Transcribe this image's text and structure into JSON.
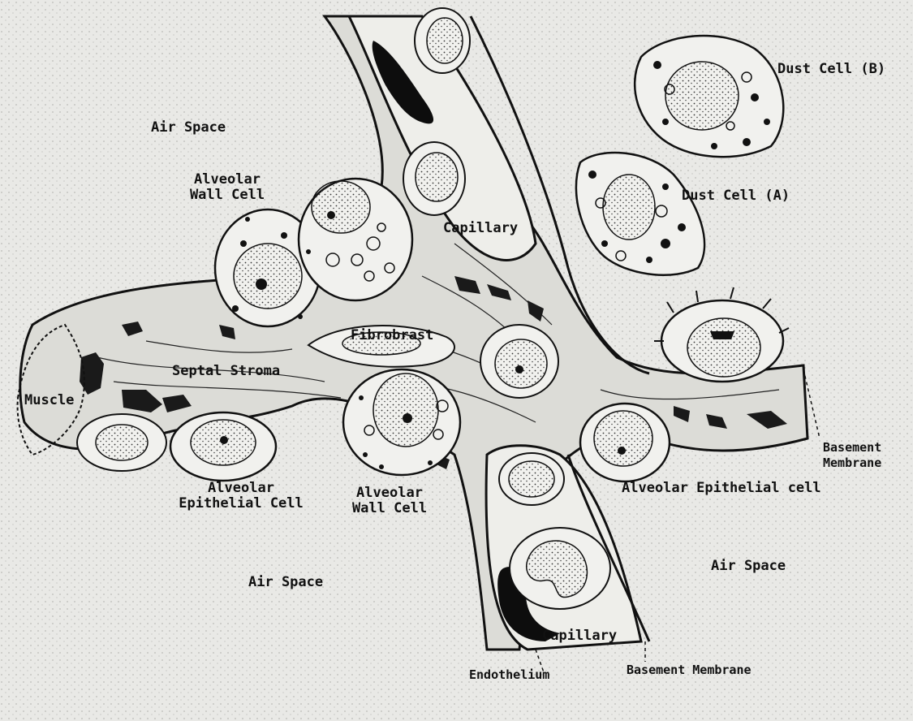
{
  "labels": {
    "air_space_top_left": "Air Space",
    "air_space_bottom_left": "Air Space",
    "air_space_bottom_right": "Air Space",
    "alveolar_wall_cell_upper_line1": "Alveolar",
    "alveolar_wall_cell_upper_line2": "Wall Cell",
    "alveolar_wall_cell_lower_line1": "Alveolar",
    "alveolar_wall_cell_lower_line2": "Wall Cell",
    "capillary_upper": "Capillary",
    "capillary_lower": "Capillary",
    "dust_cell_a": "Dust Cell (A)",
    "dust_cell_b": "Dust Cell (B)",
    "fibroblast": "Fibrobrast",
    "septal_stroma": "Septal Stroma",
    "muscle": "Muscle",
    "alveolar_epithelial_cell_left_line1": "Alveolar",
    "alveolar_epithelial_cell_left_line2": "Epithelial Cell",
    "alveolar_epithelial_cell_right": "Alveolar Epithelial cell",
    "basement_membrane_right_line1": "Basement",
    "basement_membrane_right_line2": "Membrane",
    "basement_membrane_bottom": "Basement Membrane",
    "endothelium": "Endothelium"
  },
  "colors": {
    "background": "#e9e9e6",
    "ink": "#111111",
    "stroma": "#dcdcd7",
    "cell_fill": "#f1f1ee",
    "nucleus": "#bdbdb8"
  }
}
